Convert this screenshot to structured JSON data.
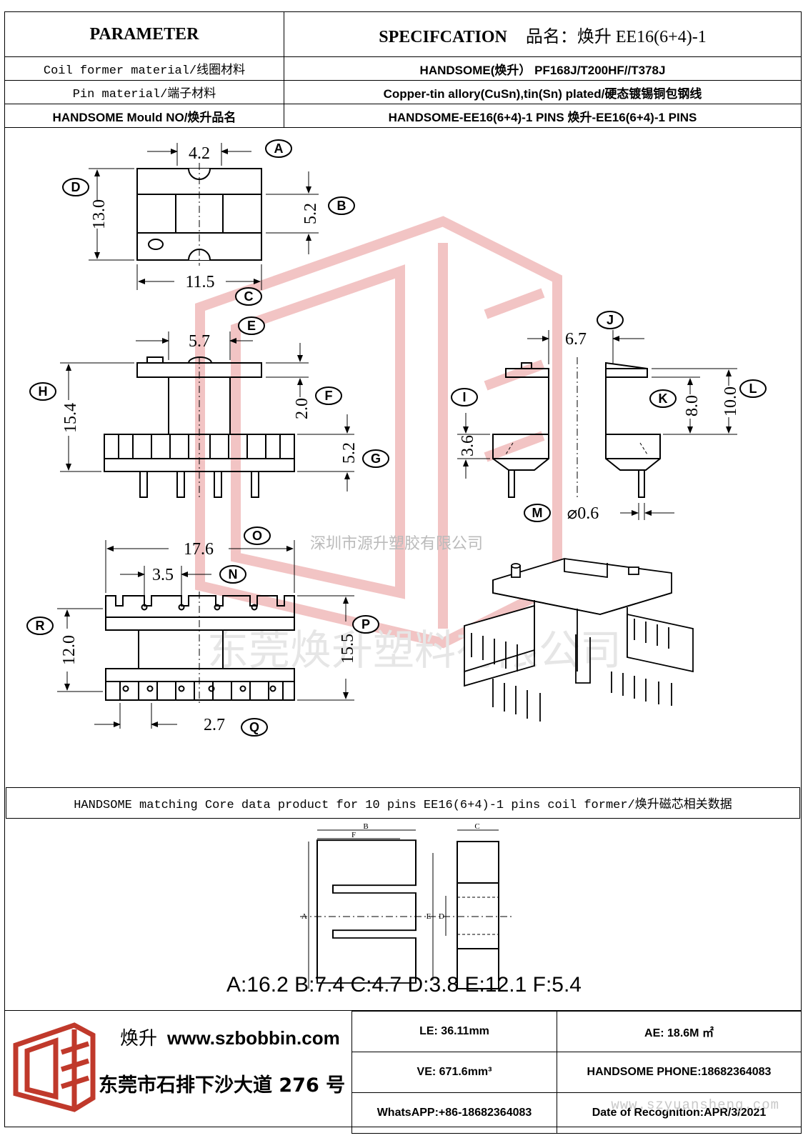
{
  "header": {
    "parameter": "PARAMETER",
    "spec_title": "SPECIFCATION",
    "spec_name": "品名：焕升 EE16(6+4)-1",
    "rows": [
      {
        "label": "Coil former material/线圈材料",
        "value": "HANDSOME(焕升）  PF168J/T200HF//T378J"
      },
      {
        "label": "Pin material/端子材料",
        "value": "Copper-tin allory(CuSn),tin(Sn) plated/硬态镀锡铜包钢线"
      },
      {
        "label": "HANDSOME Mould NO/焕升品名",
        "value": "HANDSOME-EE16(6+4)-1 PINS    焕升-EE16(6+4)-1 PINS"
      }
    ]
  },
  "dimensions": {
    "A": "4.2",
    "B": "5.2",
    "C": "11.5",
    "D": "13.0",
    "E": "5.7",
    "F": "2.0",
    "G": "5.2",
    "H": "15.4",
    "I": "3.6",
    "J": "6.7",
    "K": "8.0",
    "L": "10.0",
    "M": "⌀0.6",
    "N": "3.5",
    "O": "17.6",
    "P": "15.5",
    "Q": "2.7",
    "R": "12.0"
  },
  "watermarks": {
    "company_small": "深圳市源升塑胶有限公司",
    "company_large": "东莞焕升塑料有限公司",
    "url": "www.szyuansheng.com"
  },
  "core": {
    "heading": "HANDSOME matching Core data  product for 10 pins EE16(6+4)-1 pins coil former/焕升磁芯相关数据",
    "values": "A:16.2 B:7.4 C:4.7 D:3.8 E:12.1 F:5.4",
    "letters": [
      "A",
      "B",
      "C",
      "D",
      "E",
      "F"
    ]
  },
  "footer": {
    "brand_zh": "焕升",
    "website": "www.szbobbin.com",
    "address": "东莞市石排下沙大道 276 号",
    "le": "LE:   36.11mm",
    "ae": "AE: 18.6M ㎡",
    "ve": "VE:   671.6mm³",
    "phone": "HANDSOME PHONE:18682364083",
    "whatsapp": "WhatsAPP:+86-18682364083",
    "date": "Date of Recognition:APR/3/2021"
  },
  "colors": {
    "watermark_red": "#f2c4c4",
    "text_gray": "#c8c8c8"
  }
}
